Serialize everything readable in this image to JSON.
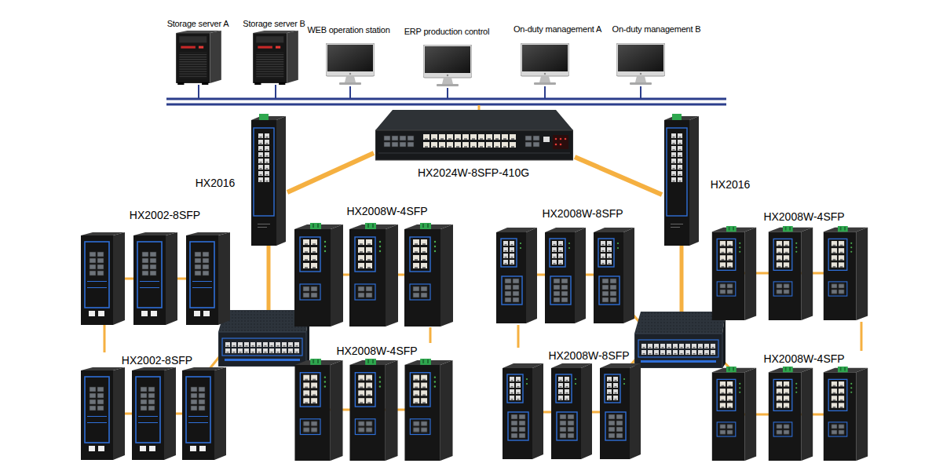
{
  "diagram": {
    "nodes": [
      {
        "text": [
          "Storage server A"
        ]
      },
      {
        "text": [
          "Storage server B"
        ]
      },
      {
        "text": [
          "WEB operation station"
        ]
      },
      {
        "text": [
          "ERP production control"
        ]
      },
      {
        "text": [
          "On-duty management A"
        ]
      },
      {
        "text": [
          "On-duty management B"
        ]
      },
      {
        "text": [
          "HX2024W-8SFP-410G"
        ]
      },
      {
        "text": [
          "HX2016"
        ]
      },
      {
        "text": [
          "HX2016"
        ]
      },
      {
        "text": [
          "HX2002-8SFP"
        ]
      },
      {
        "text": [
          "HX2008W-4SFP"
        ]
      },
      {
        "text": [
          "HX2008W-8SFP"
        ]
      },
      {
        "text": [
          "HX2008W-4SFP"
        ]
      },
      {
        "text": [
          "HX2002-8SFP"
        ]
      },
      {
        "text": [
          "HX2008W-4SFP"
        ]
      },
      {
        "text": [
          "HX2008W-8SFP"
        ]
      },
      {
        "text": [
          "HX2008W-4SFP"
        ]
      }
    ],
    "edges": [
      {
        "from": 6,
        "to": 7,
        "arrow": "none"
      },
      {
        "from": 6,
        "to": 8,
        "arrow": "none"
      },
      {
        "from": 9,
        "to": 13,
        "arrow": "none"
      },
      {
        "from": 10,
        "to": 14,
        "arrow": "none"
      },
      {
        "from": 11,
        "to": 15,
        "arrow": "none"
      },
      {
        "from": 12,
        "to": 16,
        "arrow": "none"
      }
    ]
  }
}
